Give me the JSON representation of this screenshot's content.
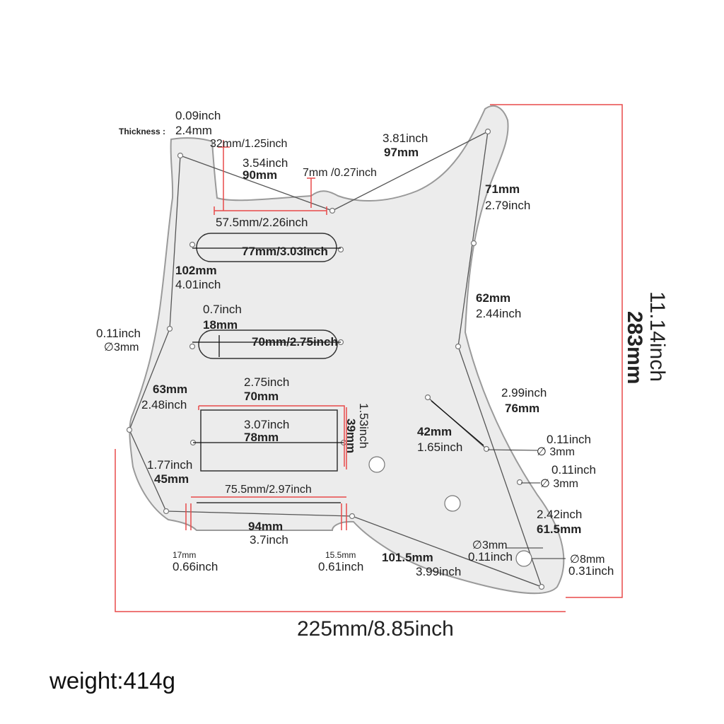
{
  "thickness": {
    "label": "Thickness :",
    "mm": "2.4mm",
    "inch": "0.09inch"
  },
  "top_slot": {
    "width": "32mm/1.25inch",
    "small_step": "7mm /0.27inch",
    "span_inch": "3.54inch",
    "span_mm": "90mm",
    "bottom_width": "57.5mm/2.26inch"
  },
  "horn_diag": {
    "inch": "3.81inch",
    "mm": "97mm"
  },
  "neck_pickup": {
    "length": "77mm/3.03inch"
  },
  "left_upper": {
    "mm": "102mm",
    "inch": "4.01inch"
  },
  "right_upper": {
    "mm": "71mm",
    "inch": "2.79inch"
  },
  "right_mid": {
    "mm": "62mm",
    "inch": "2.44inch"
  },
  "mid_pickup": {
    "width_inch": "0.7inch",
    "width_mm": "18mm",
    "length": "70mm/2.75inch"
  },
  "screw_left": {
    "inch": "0.11inch",
    "dia": "∅3mm"
  },
  "left_lower": {
    "mm": "63mm",
    "inch": "2.48inch"
  },
  "humbucker": {
    "width_inch": "2.75inch",
    "width_mm": "70mm",
    "span_inch": "3.07inch",
    "span_mm": "78mm",
    "height": "1.53inch",
    "height_mm": "39mm"
  },
  "left_bottom": {
    "inch": "1.77inch",
    "mm": "45mm"
  },
  "right_lower": {
    "inch": "2.99inch",
    "mm": "76mm"
  },
  "control_diag": {
    "mm": "42mm",
    "inch": "1.65inch"
  },
  "screw_r1": {
    "inch": "0.11inch",
    "dia": "∅ 3mm"
  },
  "screw_r2": {
    "inch": "0.11inch",
    "dia": "∅ 3mm"
  },
  "jack_spacing": {
    "inch": "2.42inch",
    "mm": "61.5mm"
  },
  "jack_hole": {
    "small": "∅3mm",
    "small_inch": "0.11inch",
    "large": "∅8mm",
    "large_inch": "0.31inch"
  },
  "bottom_cut": {
    "width": "75.5mm/2.97inch",
    "mm": "94mm",
    "inch": "3.7inch",
    "left_mm": "17mm",
    "left_inch": "0.66inch",
    "right_mm": "15.5mm",
    "right_inch": "0.61inch"
  },
  "bottom_diag": {
    "mm": "101.5mm",
    "inch": "3.99inch"
  },
  "overall": {
    "width": "225mm/8.85inch",
    "height_inch": "11.14inch",
    "height_mm": "283mm"
  },
  "weight": "weight:414g",
  "colors": {
    "body": "#ececec",
    "outline": "#9a9a9a",
    "dimension": "#e84a4a",
    "text": "#222222"
  }
}
